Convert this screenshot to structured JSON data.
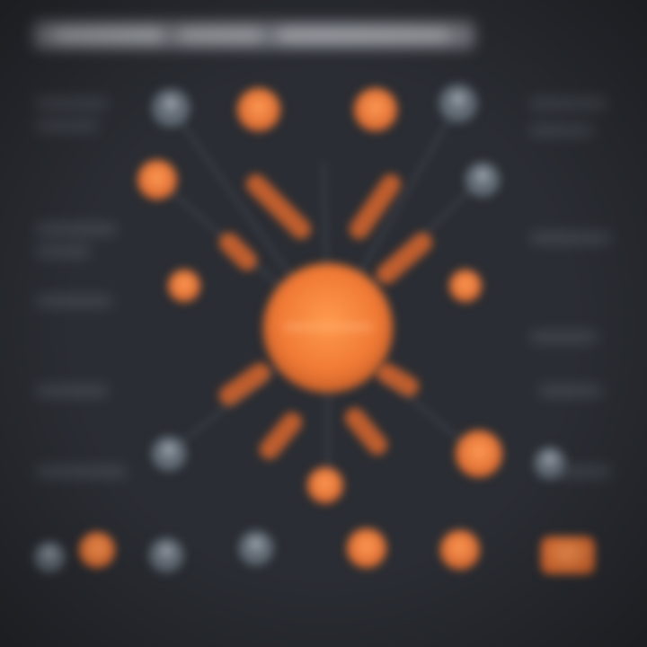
{
  "colors": {
    "background": "#2a2d33",
    "panel": "#30343b",
    "accent_orange": "#f07a35",
    "accent_orange_dark": "#c9602a",
    "node_gray": "#5b636d",
    "line_gray": "#4a5059",
    "text_blur": "#6a7079"
  },
  "diagram": {
    "central_node": {
      "color": "accent_orange",
      "icon": "sun-core-icon"
    },
    "nodes": [
      {
        "name": "node-top-left-gray",
        "color": "node_gray",
        "icon": "person-icon"
      },
      {
        "name": "node-top-orange-1",
        "color": "accent_orange",
        "icon": "circle-icon"
      },
      {
        "name": "node-top-orange-2",
        "color": "accent_orange",
        "icon": "circle-icon"
      },
      {
        "name": "node-top-right-gray",
        "color": "node_gray",
        "icon": "person-icon"
      },
      {
        "name": "node-left-orange",
        "color": "accent_orange",
        "icon": "circle-icon"
      },
      {
        "name": "node-right-gray",
        "color": "node_gray",
        "icon": "person-icon"
      },
      {
        "name": "node-mid-left-orange",
        "color": "accent_orange",
        "icon": "circle-icon"
      },
      {
        "name": "node-mid-right-orange",
        "color": "accent_orange",
        "icon": "circle-icon"
      },
      {
        "name": "node-lower-left-gray",
        "color": "node_gray",
        "icon": "person-icon"
      },
      {
        "name": "node-lower-right-orange",
        "color": "accent_orange",
        "icon": "circle-icon"
      },
      {
        "name": "node-lower-right-gray",
        "color": "node_gray",
        "icon": "person-icon"
      },
      {
        "name": "node-bottom-orange",
        "color": "accent_orange",
        "icon": "circle-icon"
      }
    ],
    "bottom_row": [
      {
        "name": "bottom-icon-1",
        "color": "node_gray",
        "icon": "person-icon"
      },
      {
        "name": "bottom-icon-2",
        "color": "accent_orange",
        "icon": "circle-icon"
      },
      {
        "name": "bottom-icon-3",
        "color": "node_gray",
        "icon": "person-icon"
      },
      {
        "name": "bottom-icon-4",
        "color": "node_gray",
        "icon": "person-icon"
      },
      {
        "name": "bottom-icon-5",
        "color": "accent_orange",
        "icon": "circle-icon"
      },
      {
        "name": "bottom-icon-6",
        "color": "accent_orange",
        "icon": "circle-icon"
      },
      {
        "name": "bottom-icon-7",
        "color": "accent_orange",
        "icon": "rounded-box-icon"
      }
    ]
  }
}
